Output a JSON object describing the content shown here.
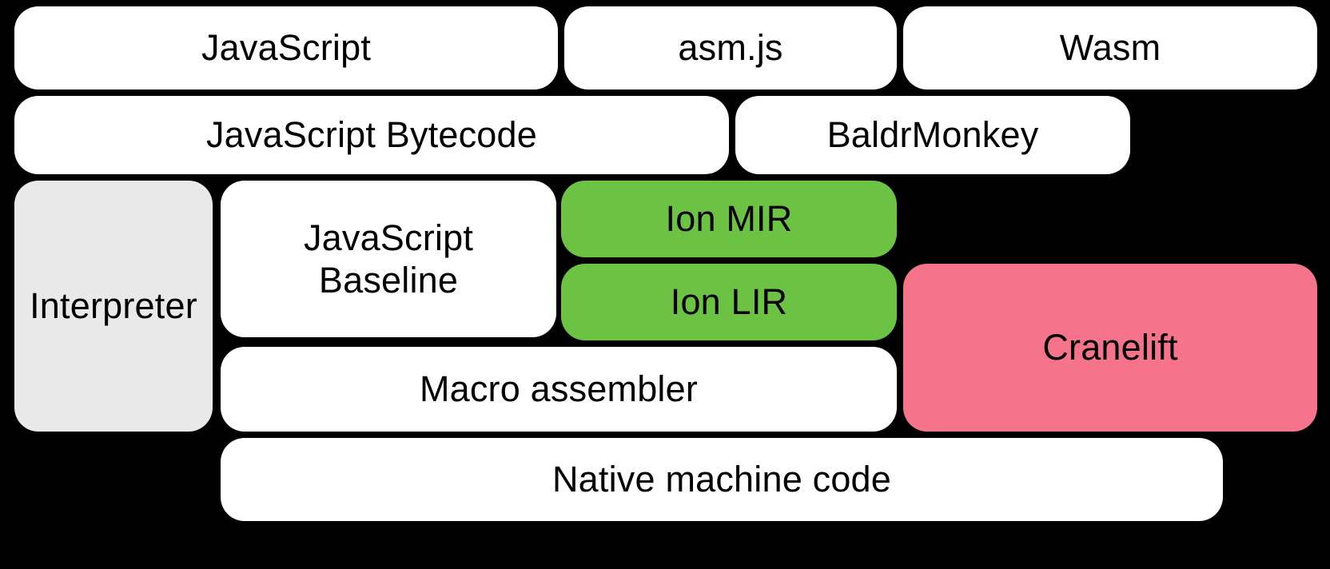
{
  "diagram": {
    "title": "SpiderMonkey JavaScript and WebAssembly compilation pipeline",
    "background_color": "#000000",
    "palette": {
      "white": "#ffffff",
      "gray": "#e9e9e9",
      "green": "#6bc243",
      "pink": "#f5748c",
      "text": "#000000"
    },
    "rows": [
      {
        "name": "source-languages",
        "boxes": [
          {
            "id": "javascript",
            "label": "JavaScript",
            "color": "white"
          },
          {
            "id": "asmjs",
            "label": "asm.js",
            "color": "white"
          },
          {
            "id": "wasm",
            "label": "Wasm",
            "color": "white"
          }
        ]
      },
      {
        "name": "front-end-representations",
        "boxes": [
          {
            "id": "js-bytecode",
            "label": "JavaScript Bytecode",
            "color": "white"
          },
          {
            "id": "baldrmonkey",
            "label": "BaldrMonkey",
            "color": "white"
          }
        ]
      },
      {
        "name": "execution-tiers",
        "boxes": [
          {
            "id": "interpreter",
            "label": "Interpreter",
            "color": "gray"
          },
          {
            "id": "js-baseline",
            "label": "JavaScript\nBaseline",
            "color": "white"
          },
          {
            "id": "ion-mir",
            "label": "Ion MIR",
            "color": "green"
          },
          {
            "id": "ion-lir",
            "label": "Ion LIR",
            "color": "green"
          },
          {
            "id": "macro-assembler",
            "label": "Macro assembler",
            "color": "white"
          },
          {
            "id": "cranelift",
            "label": "Cranelift",
            "color": "pink"
          }
        ]
      },
      {
        "name": "output",
        "boxes": [
          {
            "id": "native-code",
            "label": "Native machine code",
            "color": "white"
          }
        ]
      }
    ]
  }
}
